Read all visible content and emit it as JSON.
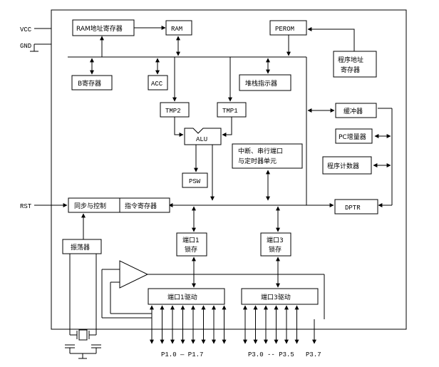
{
  "pins": {
    "vcc": "VCC",
    "gnd": "GND",
    "rst": "RST",
    "p1": "P1.0 — P1.7",
    "p3": "P3.0 -- P3.5",
    "p37": "P3.7"
  },
  "blocks": {
    "ram_addr": "RAM地址寄存器",
    "ram": "RAM",
    "perom": "PEROM",
    "prog_addr_1": "程序地址",
    "prog_addr_2": "寄存器",
    "b_reg": "B寄存器",
    "acc": "ACC",
    "stack_ptr": "堆栈指示器",
    "tmp2": "TMP2",
    "tmp1": "TMP1",
    "alu": "ALU",
    "buffer": "缓冲器",
    "pc_inc": "PC增量器",
    "prog_counter": "程序计数器",
    "intr_1": "中断、串行端口",
    "intr_2": "与定时器单元",
    "psw": "PSW",
    "sync_ctrl": "同步与控制",
    "instr_reg": "指令寄存器",
    "dptr": "DPTR",
    "oscillator": "振荡器",
    "port1_latch_1": "端口1",
    "port1_latch_2": "锁存",
    "port3_latch_1": "端口3",
    "port3_latch_2": "锁存",
    "port1_drv": "端口1驱动",
    "port3_drv": "端口3驱动"
  }
}
